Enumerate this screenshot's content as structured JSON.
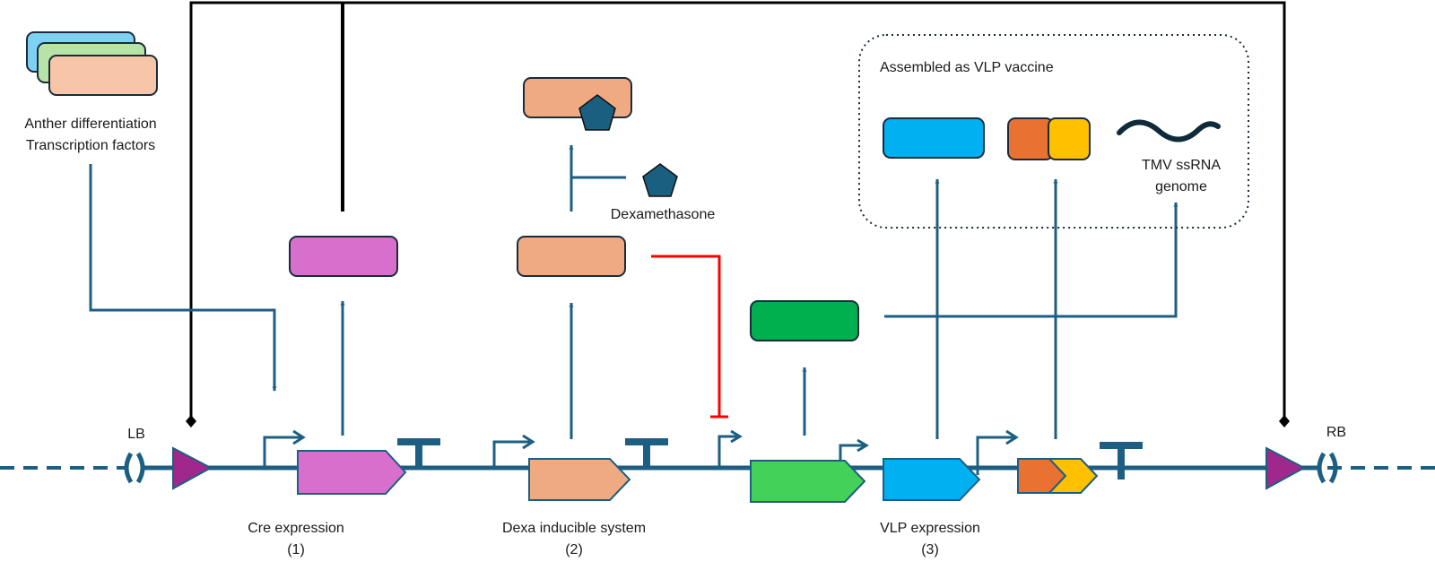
{
  "labels": {
    "lb": "LB",
    "rb": "RB",
    "anther_line1": "Anther differentiation",
    "anther_line2": "Transcription factors",
    "dexamethasone": "Dexamethasone",
    "assembled": "Assembled as VLP vaccine",
    "tmv_line1": "TMV ssRNA",
    "tmv_line2": "genome",
    "cre_expression": "Cre expression",
    "cre_num": "(1)",
    "dexa_system": "Dexa inducible system",
    "dexa_num": "(2)",
    "vlp_expression": "VLP expression",
    "vlp_num": "(3)"
  },
  "colors": {
    "dna": "#1d5f82",
    "cre": "#d86fcc",
    "dexa_receptor": "#f0aa82",
    "ligand": "#1a5e80",
    "green_gene": "#43d15a",
    "green_protein": "#00b04f",
    "blue": "#00b0f0",
    "orange": "#e97132",
    "yellow": "#ffc000",
    "loxp": "#a0288c",
    "inhibit": "#ff0000",
    "feedback": "#000000"
  },
  "icons": {
    "promoter": "promoter-arrow-icon",
    "terminator": "terminator-icon",
    "loxp": "loxp-triangle-icon",
    "border": "t-dna-border-icon",
    "ligand": "dexamethasone-pentagon-icon"
  }
}
